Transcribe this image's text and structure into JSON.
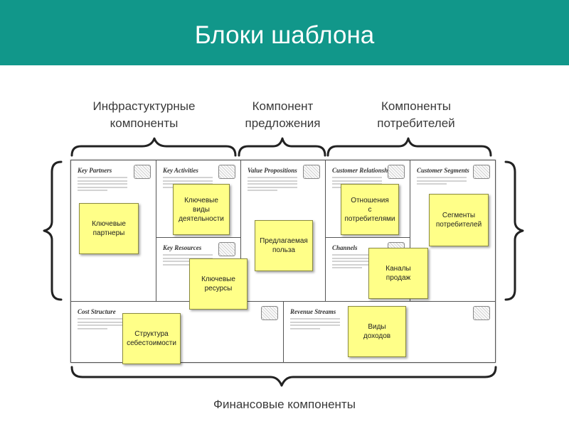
{
  "title": "Блоки шаблона",
  "groups": {
    "infrastructure": "Инфрастуктурные\nкомпоненты",
    "value": "Компонент\nпредложения",
    "customers": "Компоненты\nпотребителей",
    "finance": "Финансовые компоненты"
  },
  "blocks": {
    "key_partners": "Key Partners",
    "key_activities": "Key Activities",
    "key_resources": "Key Resources",
    "value_propositions": "Value Propositions",
    "customer_relationships": "Customer Relationships",
    "channels": "Channels",
    "customer_segments": "Customer Segments",
    "cost_structure": "Cost Structure",
    "revenue_streams": "Revenue Streams"
  },
  "notes": {
    "key_partners": "Ключевые\nпартнеры",
    "key_activities": "Ключевые\nвиды\nдеятельности",
    "key_resources": "Ключевые\nресурсы",
    "value_propositions": "Предлагаемая\nпольза",
    "customer_relationships": "Отношения\nс\nпотребителями",
    "channels": "Каналы\nпродаж",
    "customer_segments": "Сегменты\nпотребителей",
    "cost_structure": "Структура\nсебестоимости",
    "revenue_streams": "Виды\nдоходов"
  },
  "colors": {
    "header": "#11978a",
    "note": "#ffff88"
  },
  "icons": {
    "key_partners": "chain-link-icon",
    "key_activities": "worker-icon",
    "key_resources": "worker-icon",
    "value_propositions": "gift-icon",
    "customer_relationships": "heart-icon",
    "channels": "truck-icon",
    "customer_segments": "person-icon",
    "cost_structure": "price-tag-icon",
    "revenue_streams": "money-bag-icon"
  }
}
